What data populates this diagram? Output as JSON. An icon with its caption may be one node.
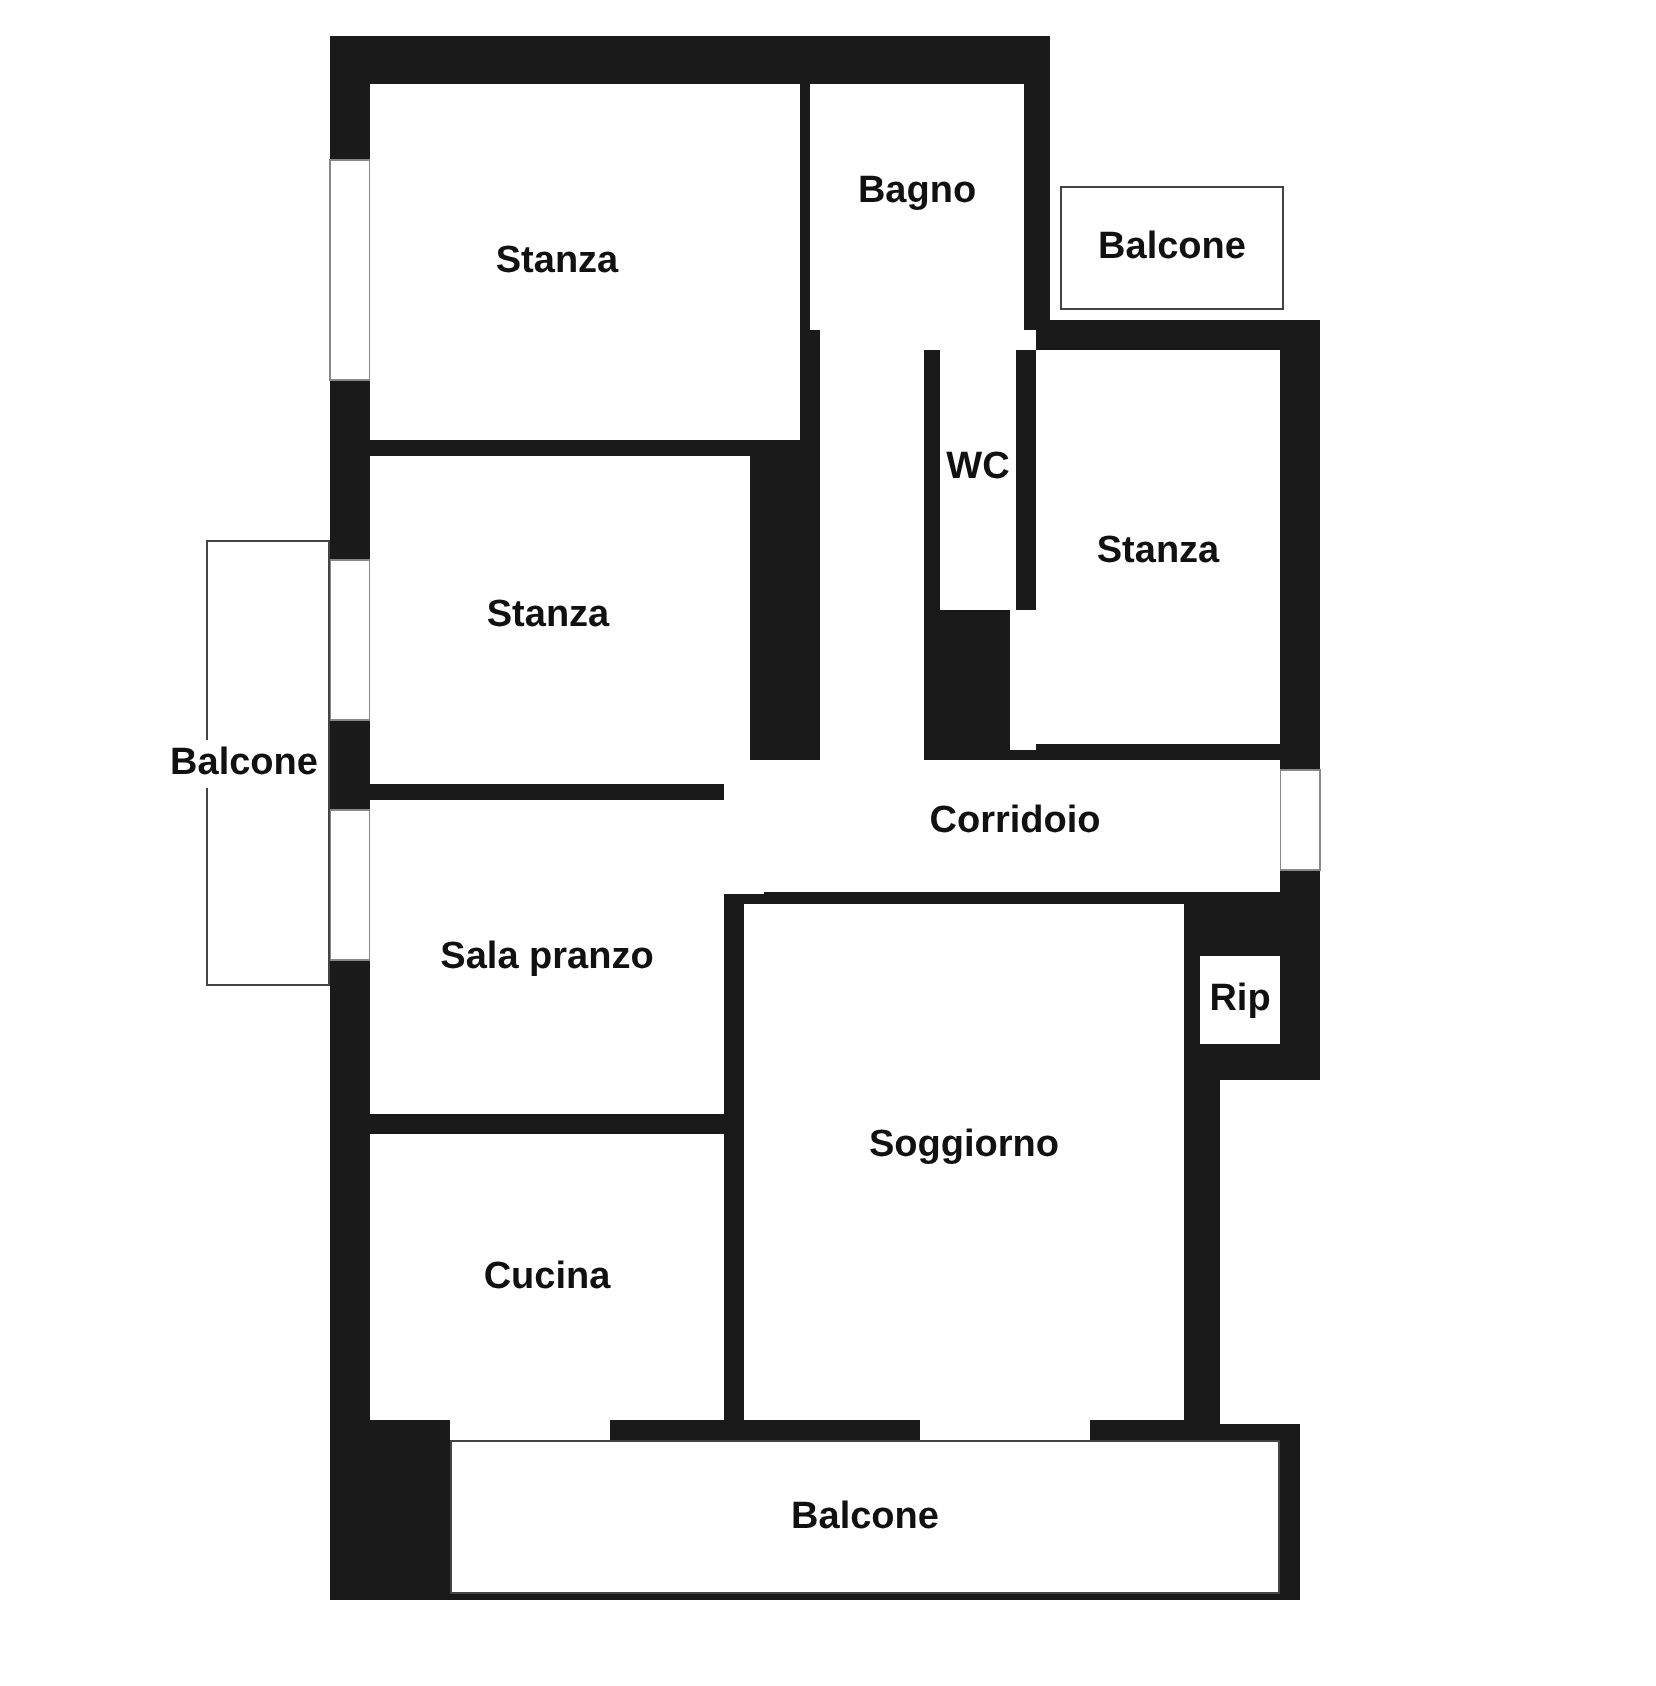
{
  "diagram": {
    "nodes": [
      {
        "text": [
          "Bagno"
        ]
      },
      {
        "text": [
          "Balcone"
        ]
      },
      {
        "text": [
          "Stanza"
        ]
      },
      {
        "text": [
          "WC"
        ]
      },
      {
        "text": [
          "Stanza"
        ]
      },
      {
        "text": [
          "Stanza"
        ]
      },
      {
        "text": [
          "Balcone"
        ]
      },
      {
        "text": [
          "Corridoio"
        ]
      },
      {
        "text": [
          "Sala pranzo"
        ]
      },
      {
        "text": [
          "Rip"
        ]
      },
      {
        "text": [
          "Soggiorno"
        ]
      },
      {
        "text": [
          "Cucina"
        ]
      },
      {
        "text": [
          "Balcone"
        ]
      }
    ]
  }
}
